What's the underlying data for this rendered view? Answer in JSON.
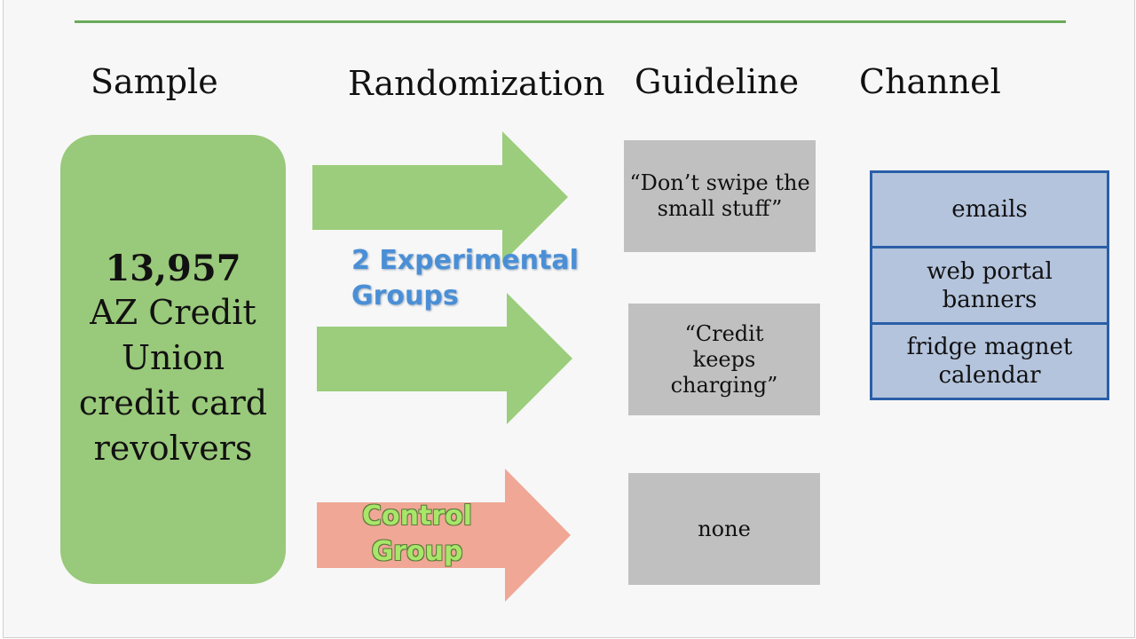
{
  "header": {
    "columns": {
      "sample": "Sample",
      "randomization": "Randomization",
      "guideline": "Guideline",
      "channel": "Channel"
    }
  },
  "sample": {
    "count": "13,957",
    "description": "AZ Credit Union credit card revolvers"
  },
  "groups": {
    "experimental_line1": "2 Experimental",
    "experimental_line2": "Groups",
    "control_line1": "Control",
    "control_line2": "Group"
  },
  "guidelines": [
    "“Don’t swipe the small stuff”",
    "“Credit keeps charging”",
    "none"
  ],
  "channels": [
    "emails",
    "web portal banners",
    "fridge magnet calendar"
  ],
  "colors": {
    "sample_box": "#99c97a",
    "experimental_arrow": "#9ccd7c",
    "control_arrow": "#f0a796",
    "guideline_box": "#c0c0c0",
    "channel_fill": "#b4c4dd",
    "channel_border": "#2a5fa8",
    "title_rule": "#6aaa5a"
  }
}
